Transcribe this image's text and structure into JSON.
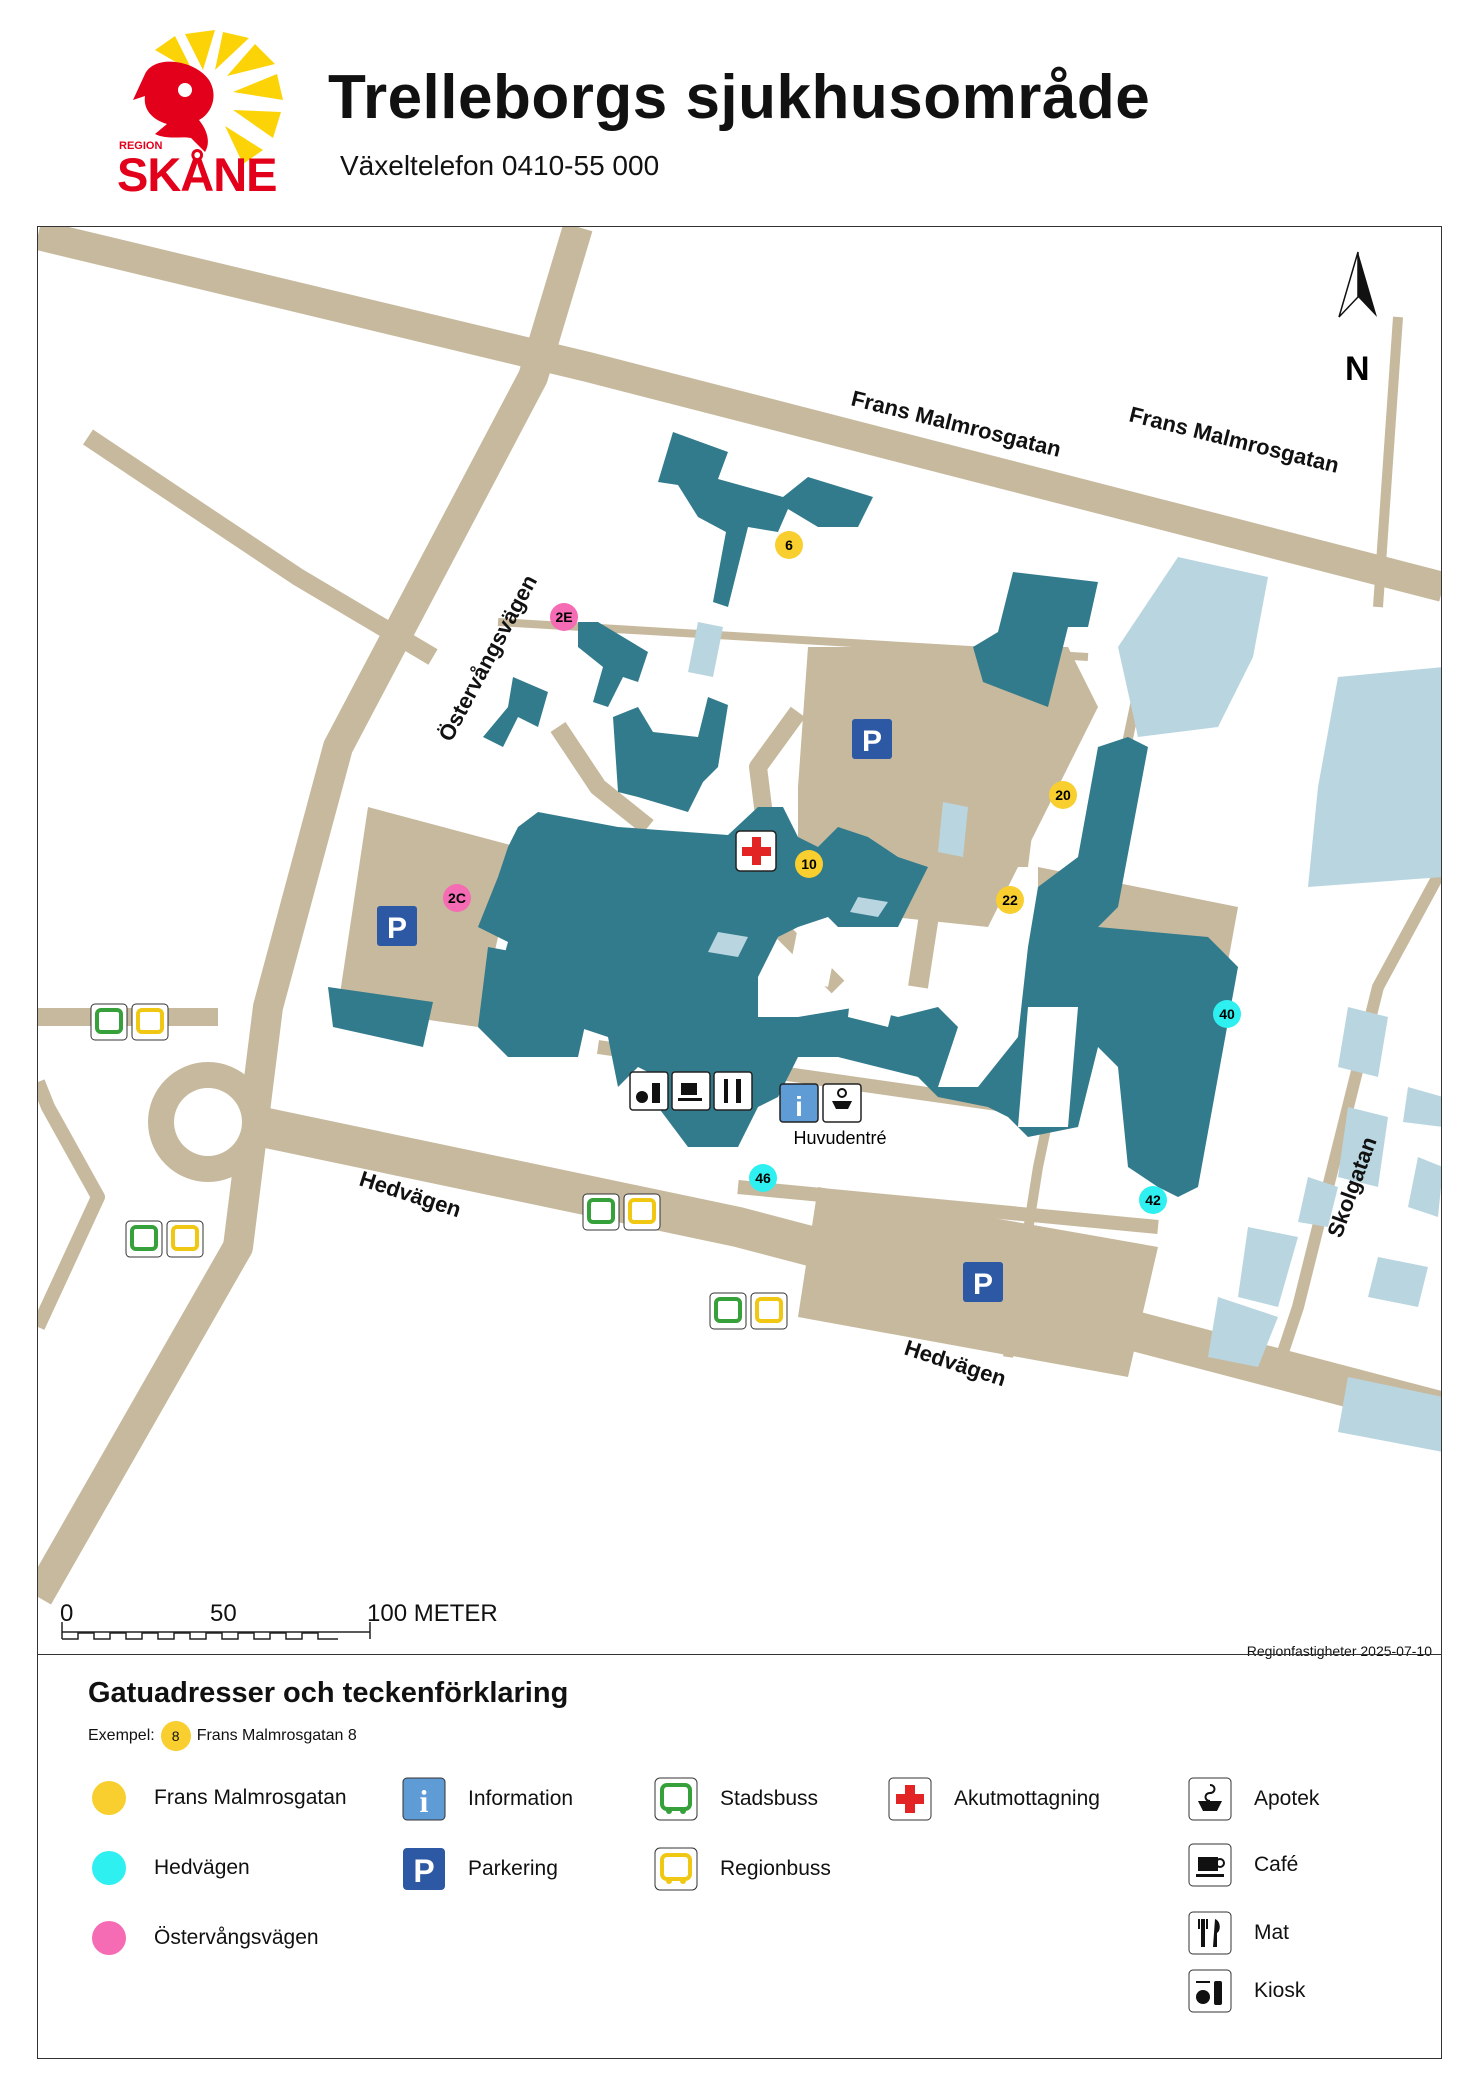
{
  "header": {
    "title": "Trelleborgs sjukhusområde",
    "phone": "Växeltelefon 0410-55 000",
    "logo_small": "REGION",
    "logo_big": "SKÅNE"
  },
  "map": {
    "north": "N",
    "streets": {
      "frans1": "Frans Malmrosgatan",
      "frans2": "Frans Malmrosgatan",
      "ostervang": "Östervångsvägen",
      "hedvagen1": "Hedvägen",
      "hedvagen2": "Hedvägen",
      "skolgatan": "Skolgatan"
    },
    "markers": {
      "m6": "6",
      "m2E": "2E",
      "m20": "20",
      "m10": "10",
      "m2C": "2C",
      "m22": "22",
      "m40": "40",
      "m46": "46",
      "m42": "42"
    },
    "huvudentre": "Huvudentré",
    "scale": {
      "s0": "0",
      "s50": "50",
      "s100": "100 METER"
    },
    "credit": "Regionfastigheter 2025-07-10"
  },
  "legend": {
    "title": "Gatuadresser och teckenförklaring",
    "example_label": "Exempel:",
    "example_number": "8",
    "example_text": "Frans Malmrosgatan 8",
    "items": {
      "frans": "Frans Malmrosgatan",
      "hedvagen": "Hedvägen",
      "ostervang": "Östervångsvägen",
      "information": "Information",
      "parkering": "Parkering",
      "stadsbuss": "Stadsbuss",
      "regionbuss": "Regionbuss",
      "akut": "Akutmottagning",
      "apotek": "Apotek",
      "cafe": "Café",
      "mat": "Mat",
      "kiosk": "Kiosk"
    }
  },
  "colors": {
    "road": "#c7b99d",
    "hospital": "#327b8c",
    "other_building": "#b9d6e0",
    "frans": "#f8cf2e",
    "hedvagen": "#2ef0f0",
    "ostervang": "#f56bb4",
    "parking": "#2d58a3",
    "stadsbuss": "#36a13b",
    "regionbuss": "#f0c814",
    "akut": "#e32424",
    "info": "#5f9bd4",
    "logo_red": "#e3001b",
    "logo_yellow": "#fcd307"
  }
}
